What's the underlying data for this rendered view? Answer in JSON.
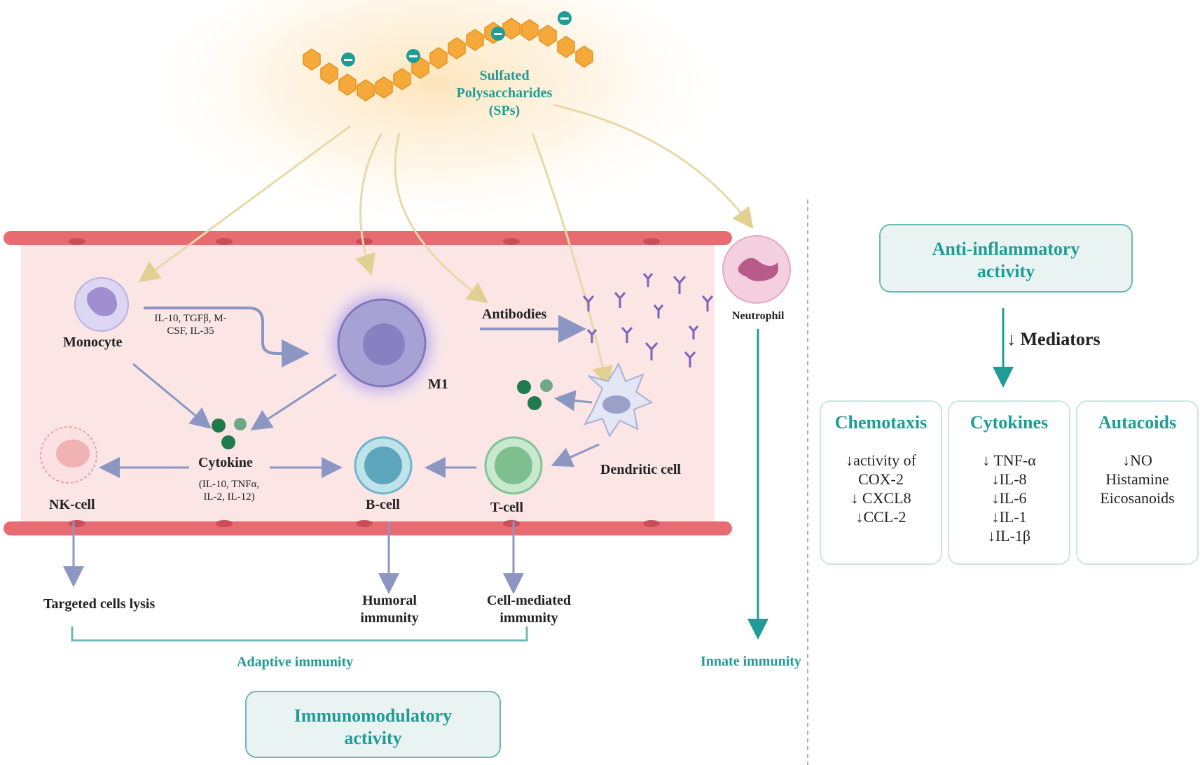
{
  "sps": {
    "line1": "Sulfated",
    "line2": "Polysaccharides",
    "line3": "(SPs)"
  },
  "cells": {
    "monocyte": "Monocyte",
    "m1": "M1",
    "antibodies": "Antibodies",
    "neutrophil": "Neutrophil",
    "dendritic": "Dendritic cell",
    "cytokine": "Cytokine",
    "nk": "NK-cell",
    "b": "B-cell",
    "t": "T-cell"
  },
  "notes": {
    "monocyte_factors_1": "IL-10, TGFβ, M-",
    "monocyte_factors_2": "CSF, IL-35",
    "cytokine_list_1": "(IL-10, TNFα,",
    "cytokine_list_2": "IL-2, IL-12)"
  },
  "outcomes": {
    "lysis": "Targeted cells lysis",
    "humoral_1": "Humoral",
    "humoral_2": "immunity",
    "cellmed_1": "Cell-mediated",
    "cellmed_2": "immunity",
    "adaptive": "Adaptive immunity",
    "innate": "Innate immunity"
  },
  "immuno_box": {
    "line1": "Immunomodulatory",
    "line2": "activity"
  },
  "anti_box": {
    "line1": "Anti-inflammatory",
    "line2": "activity"
  },
  "mediators": "↓ Mediators",
  "panels": {
    "chemotaxis": {
      "title": "Chemotaxis",
      "items": [
        "↓activity of",
        "COX-2",
        "↓ CXCL8",
        "↓CCL-2"
      ]
    },
    "cytokines": {
      "title": "Cytokines",
      "items": [
        "↓ TNF-α",
        "↓IL-8",
        "↓IL-6",
        "↓IL-1",
        "↓IL-1β"
      ]
    },
    "autacoids": {
      "title": "Autacoids",
      "items": [
        "↓NO",
        "Histamine",
        "Eicosanoids"
      ]
    }
  },
  "colors": {
    "teal": "#1f9c96",
    "vessel": "#e8656e",
    "vessel_fill": "#fbe5e5",
    "arrow_yellow": "#e8d9a8",
    "arrow_blue": "#8b96c2",
    "polysaccharide": "#f4a93a"
  }
}
